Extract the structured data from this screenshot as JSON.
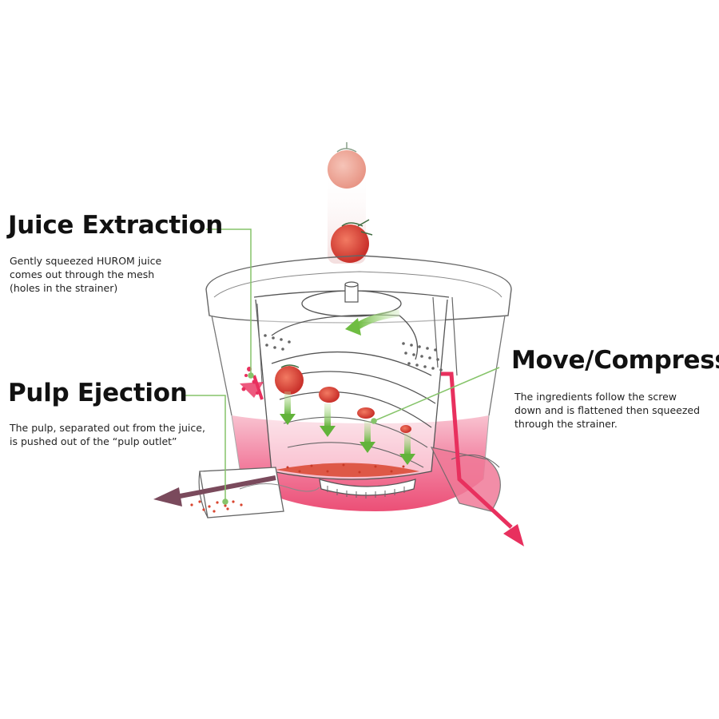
{
  "labels": {
    "juice_extraction": {
      "title": "Juice Extraction",
      "lines": [
        "Gently squeezed HUROM juice",
        "comes out through the mesh",
        "(holes in the strainer)"
      ]
    },
    "pulp_ejection": {
      "title": "Pulp Ejection",
      "lines": [
        "The pulp, separated out from the juice,",
        "is pushed out of the “pulp outlet”"
      ]
    },
    "move_compress": {
      "title": "Move/Compress",
      "lines": [
        "The ingredients follow the screw",
        "down and is flattened then squeezed",
        "through the strainer."
      ]
    }
  },
  "colors": {
    "juice": "#e8305e",
    "juice_light": "#f7a3b8",
    "arrow_green": "#79c04a",
    "pulp_arrow": "#7a4a5c",
    "tomato": "#d9342b",
    "outline": "#555555",
    "leader_line": "#86c46a"
  }
}
